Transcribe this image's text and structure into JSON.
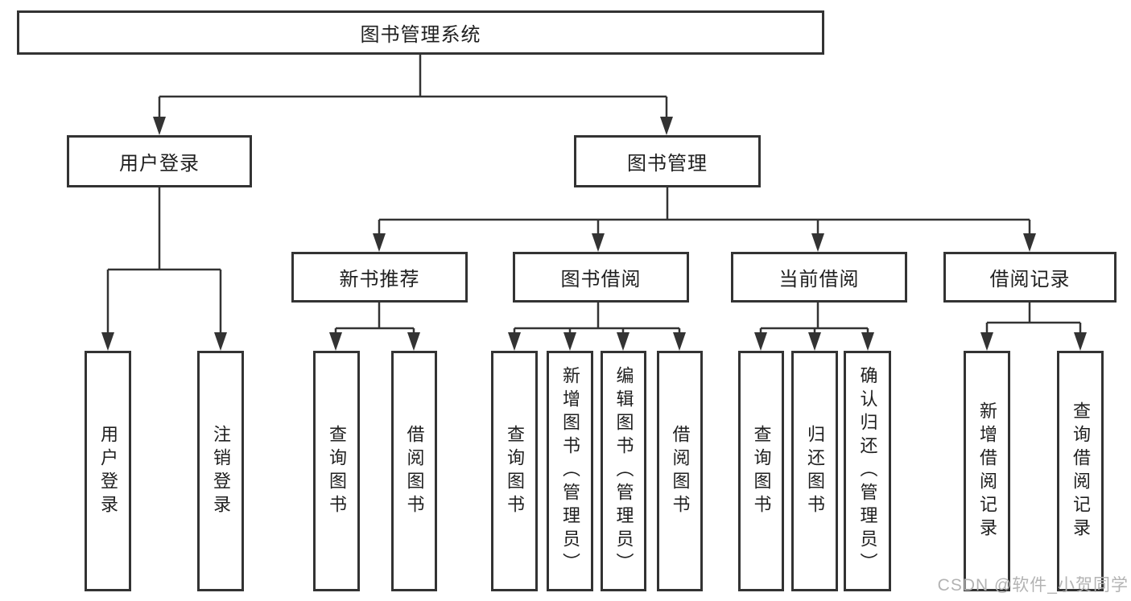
{
  "diagram_title": "图书管理系统",
  "nodes": {
    "root": "图书管理系统",
    "user_login": "用户登录",
    "book_mgmt": "图书管理",
    "new_book_rec": "新书推荐",
    "book_borrow": "图书借阅",
    "current_borrow": "当前借阅",
    "borrow_records": "借阅记录",
    "leaf_user_login": "用户登录",
    "leaf_logout": "注销登录",
    "leaf_nb_query_book": "查询图书",
    "leaf_nb_borrow_book": "借阅图书",
    "leaf_bb_query_book": "查询图书",
    "leaf_bb_add_book": "新增图书（管理员）",
    "leaf_bb_edit_book": "编辑图书（管理员）",
    "leaf_bb_borrow_book": "借阅图书",
    "leaf_cb_query_book": "查询图书",
    "leaf_cb_return_book": "归还图书",
    "leaf_cb_confirm_return": "确认归还（管理员）",
    "leaf_br_add_record": "新增借阅记录",
    "leaf_br_query_record": "查询借阅记录"
  },
  "hierarchy": {
    "图书管理系统": {
      "用户登录": [
        "用户登录",
        "注销登录"
      ],
      "图书管理": {
        "新书推荐": [
          "查询图书",
          "借阅图书"
        ],
        "图书借阅": [
          "查询图书",
          "新增图书（管理员）",
          "编辑图书（管理员）",
          "借阅图书"
        ],
        "当前借阅": [
          "查询图书",
          "归还图书",
          "确认归还（管理员）"
        ],
        "借阅记录": [
          "新增借阅记录",
          "查询借阅记录"
        ]
      }
    }
  },
  "watermark": {
    "text": "CSDN @软件_小贺同学"
  },
  "colors": {
    "line": "#333333",
    "text": "#1f1f1f",
    "background": "#ffffff",
    "watermark": "#b3b3b3"
  }
}
